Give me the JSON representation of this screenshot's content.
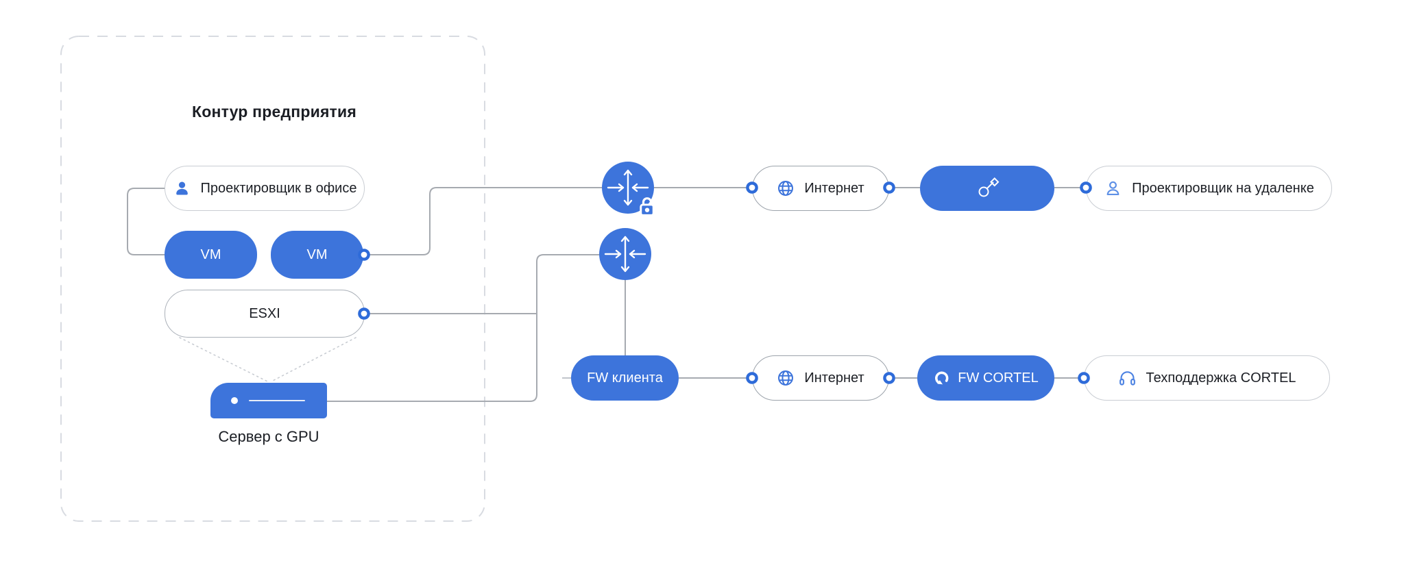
{
  "diagram_title": "Контур предприятия",
  "colors": {
    "accent_blue": "#3D74DB",
    "ring_blue": "#2E6BD9",
    "line_gray": "#A6AAB0",
    "light_gray": "#C9CDD3",
    "dashed_border": "#D8DBE1",
    "text": "#1B1E24",
    "icon_blue": "#3D74DB",
    "icon_light_blue": "#5E90E6"
  },
  "nodes": {
    "office_designer": {
      "label": "Проектировщик в офисе",
      "icon": "person-filled"
    },
    "vm1": {
      "label": "VM"
    },
    "vm2": {
      "label": "VM"
    },
    "esxi": {
      "label": "ESXI"
    },
    "gpu_server": {
      "label": "Сервер с GPU",
      "icon": "server"
    },
    "fw_gateway_lock": {
      "icon": "crossed-arrows + lock"
    },
    "fw_gateway": {
      "icon": "crossed-arrows"
    },
    "internet_top": {
      "label": "Интернет",
      "icon": "globe"
    },
    "vpn_key": {
      "label": "",
      "icon": "key"
    },
    "remote_designer": {
      "label": "Проектировщик на удаленке",
      "icon": "person-outline"
    },
    "fw_client": {
      "label": "FW клиента"
    },
    "internet_bottom": {
      "label": "Интернет",
      "icon": "globe"
    },
    "fw_cortel": {
      "label": "FW CORTEL",
      "icon": "cortel-logo"
    },
    "support_cortel": {
      "label": "Техподдержка CORTEL",
      "icon": "headphones"
    }
  },
  "links": [
    {
      "from": "office_designer",
      "to": "vm1"
    },
    {
      "from": "vm2",
      "to": "fw_gateway_lock"
    },
    {
      "from": "fw_gateway_lock",
      "to": "internet_top"
    },
    {
      "from": "internet_top",
      "to": "vpn_key"
    },
    {
      "from": "vpn_key",
      "to": "remote_designer"
    },
    {
      "from": "esxi",
      "to": "fw_gateway"
    },
    {
      "from": "gpu_server",
      "to": "fw_gateway"
    },
    {
      "from": "fw_gateway",
      "to": "fw_client"
    },
    {
      "from": "fw_client",
      "to": "internet_bottom"
    },
    {
      "from": "internet_bottom",
      "to": "fw_cortel"
    },
    {
      "from": "fw_cortel",
      "to": "support_cortel"
    },
    {
      "from": "esxi",
      "to": "gpu_server",
      "style": "dotted"
    }
  ]
}
